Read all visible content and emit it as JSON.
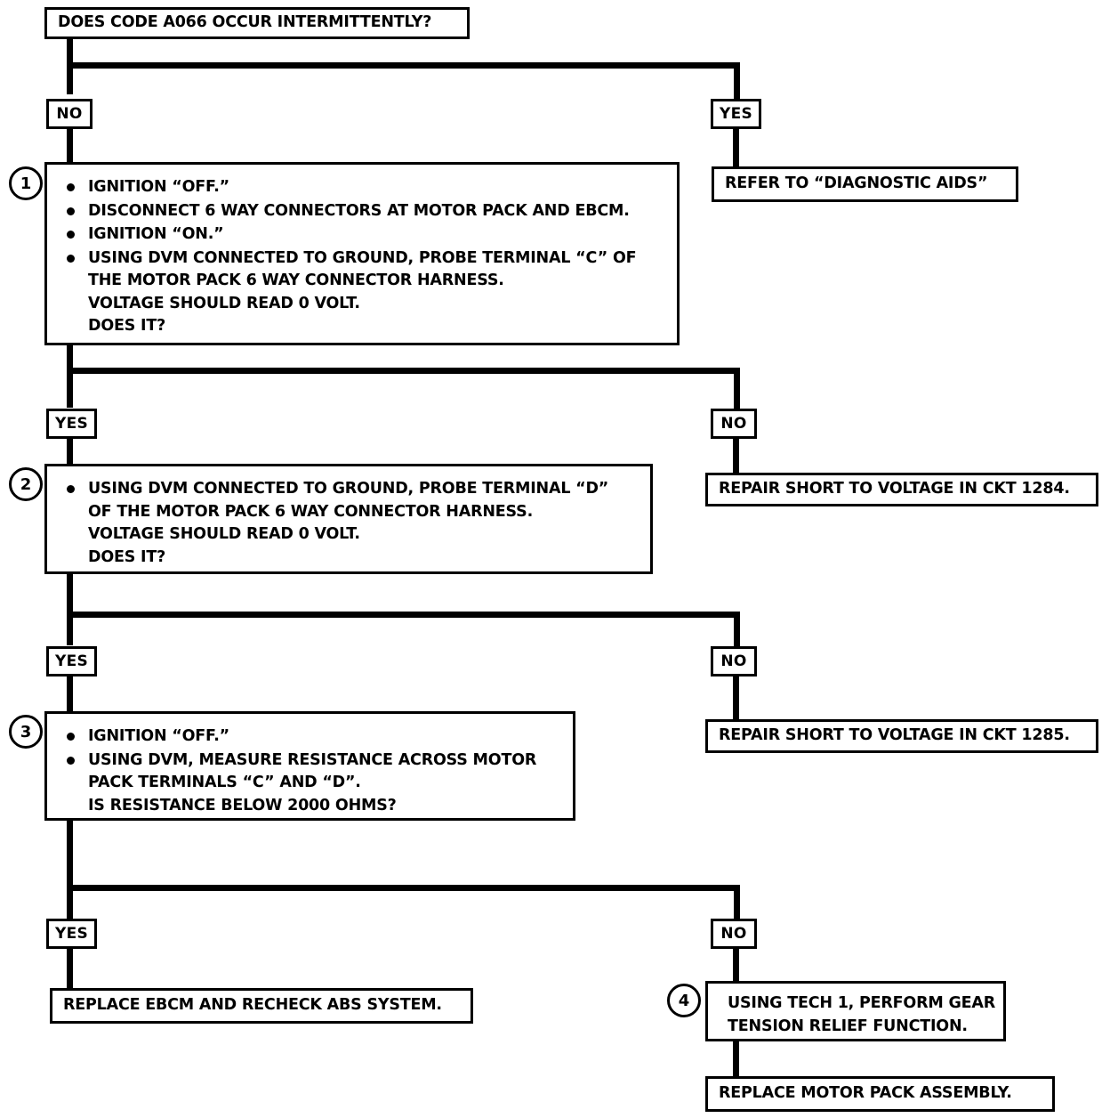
{
  "title_box": {
    "text": "DOES CODE A066 OCCUR INTERMITTENTLY?"
  },
  "branches": {
    "b1_left_label": "NO",
    "b1_right_label": "YES",
    "b2_left_label": "YES",
    "b2_right_label": "NO",
    "b3_left_label": "YES",
    "b3_right_label": "NO",
    "b4_left_label": "YES",
    "b4_right_label": "NO"
  },
  "steps": {
    "s1_number": "1",
    "s2_number": "2",
    "s3_number": "3",
    "s4_number": "4"
  },
  "step1": {
    "l1": "IGNITION “OFF.”",
    "l2": "DISCONNECT 6 WAY CONNECTORS AT MOTOR PACK AND EBCM.",
    "l3": "IGNITION “ON.”",
    "l4a": "USING DVM CONNECTED TO GROUND, PROBE TERMINAL “C” OF",
    "l4b": "THE MOTOR PACK 6 WAY CONNECTOR HARNESS.",
    "l4c": "VOLTAGE SHOULD READ 0 VOLT.",
    "l4d": "DOES IT?"
  },
  "step2": {
    "l1a": "USING DVM CONNECTED TO GROUND, PROBE TERMINAL “D”",
    "l1b": "OF THE MOTOR PACK 6 WAY CONNECTOR HARNESS.",
    "l1c": "VOLTAGE SHOULD READ 0 VOLT.",
    "l1d": "DOES IT?"
  },
  "step3": {
    "l1": "IGNITION “OFF.”",
    "l2a": "USING DVM, MEASURE RESISTANCE ACROSS MOTOR",
    "l2b": "PACK TERMINALS “C” AND “D”.",
    "l2c": "IS RESISTANCE BELOW 2000 OHMS?"
  },
  "step4": {
    "l1": "USING TECH 1, PERFORM GEAR",
    "l2": "TENSION RELIEF FUNCTION."
  },
  "outcomes": {
    "diagnostic_aids": "REFER TO “DIAGNOSTIC AIDS”",
    "repair_1284": "REPAIR SHORT TO VOLTAGE IN CKT 1284.",
    "repair_1285": "REPAIR SHORT TO VOLTAGE IN CKT 1285.",
    "replace_ebcm": "REPLACE EBCM AND RECHECK ABS SYSTEM.",
    "replace_motor_pack": "REPLACE MOTOR PACK ASSEMBLY."
  }
}
